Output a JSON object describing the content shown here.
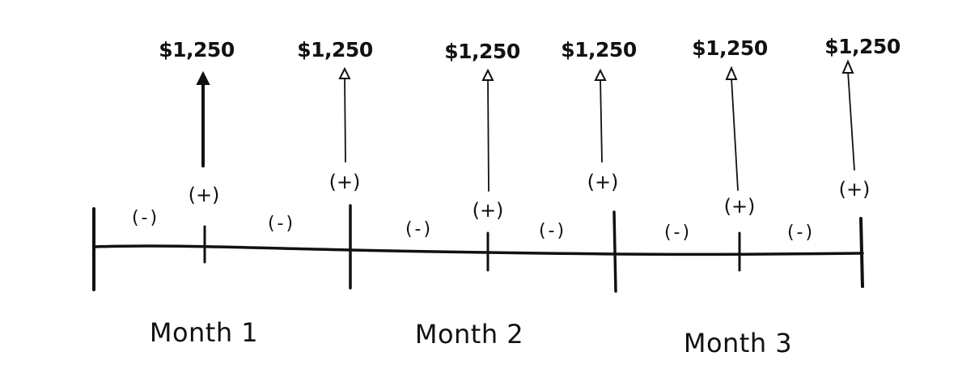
{
  "payments": [
    {
      "amount": "$1,250",
      "sign": "(+)"
    },
    {
      "amount": "$1,250",
      "sign": "(+)"
    },
    {
      "amount": "$1,250",
      "sign": "(+)"
    },
    {
      "amount": "$1,250",
      "sign": "(+)"
    },
    {
      "amount": "$1,250",
      "sign": "(+)"
    },
    {
      "amount": "$1,250",
      "sign": "(+)"
    }
  ],
  "intervals": [
    "(-)",
    "(-)",
    "(-)",
    "(-)",
    "(-)",
    "(-)"
  ],
  "months": [
    "Month 1",
    "Month 2",
    "Month 3"
  ],
  "colors": {
    "ink": "#111111",
    "background": "#ffffff"
  }
}
